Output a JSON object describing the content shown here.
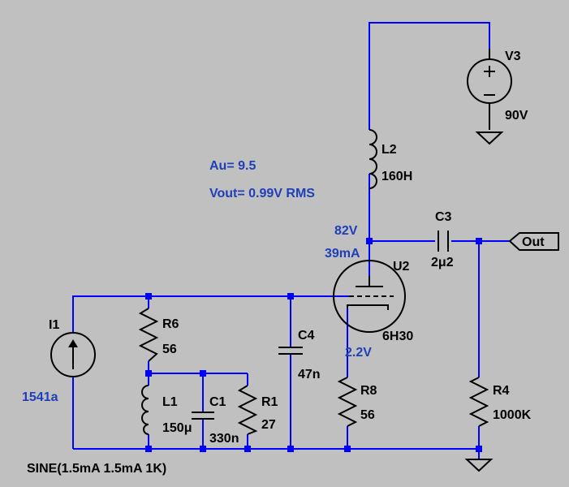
{
  "annotations": {
    "gain": "Au=  9.5",
    "vout": "Vout= 0.99V RMS",
    "plate_voltage": "82V",
    "plate_current": "39mA",
    "cathode_voltage": "2.2V"
  },
  "components": {
    "v3": {
      "name": "V3",
      "value": "90V"
    },
    "l2": {
      "name": "L2",
      "value": "160H"
    },
    "c3": {
      "name": "C3",
      "value": "2μ2"
    },
    "u2": {
      "name": "U2",
      "value": "6H30"
    },
    "r8": {
      "name": "R8",
      "value": "56"
    },
    "r4": {
      "name": "R4",
      "value": "1000K"
    },
    "c4": {
      "name": "C4",
      "value": "47n"
    },
    "r6": {
      "name": "R6",
      "value": "56"
    },
    "l1": {
      "name": "L1",
      "value": "150μ"
    },
    "c1": {
      "name": "C1",
      "value": "330n"
    },
    "r1": {
      "name": "R1",
      "value": "27"
    },
    "i1": {
      "name": "I1",
      "value": "1541a",
      "source_spec": "SINE(1.5mA 1.5mA 1K)"
    }
  },
  "ports": {
    "out": "Out"
  },
  "colors": {
    "background": "#c0c0c0",
    "wire": "#0000ff",
    "annotation": "#1f3fb8"
  }
}
